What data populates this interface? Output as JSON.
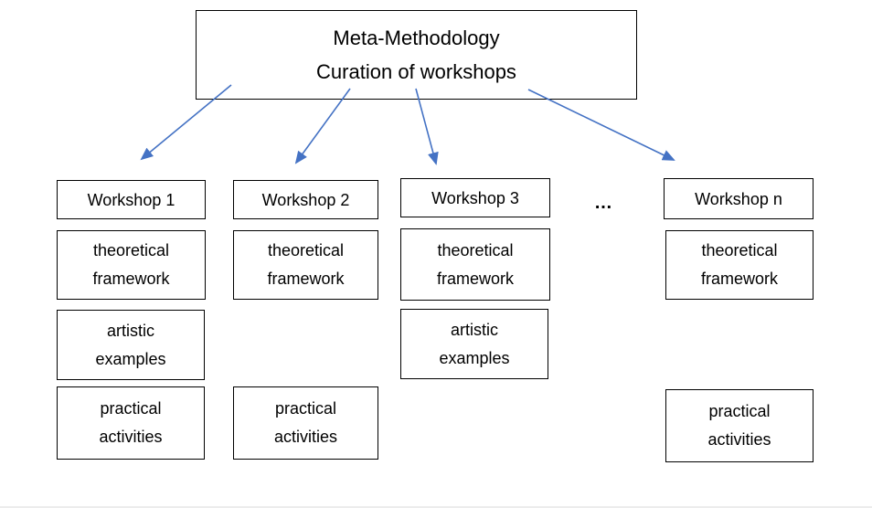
{
  "title_box": {
    "line1": "Meta-Methodology",
    "line2": "Curation of workshops"
  },
  "ellipsis": "…",
  "colors": {
    "arrow": "#4472C4",
    "border": "#000000",
    "text": "#000000",
    "background": "#ffffff"
  },
  "columns": [
    {
      "title": "Workshop 1",
      "theoretical": "theoretical framework",
      "artistic": "artistic examples",
      "practical": "practical activities"
    },
    {
      "title": "Workshop 2",
      "theoretical": "theoretical framework",
      "practical": "practical activities"
    },
    {
      "title": "Workshop 3",
      "theoretical": "theoretical framework",
      "artistic": "artistic examples"
    },
    {
      "title": "Workshop n",
      "theoretical": "theoretical framework",
      "practical": "practical activities"
    }
  ]
}
